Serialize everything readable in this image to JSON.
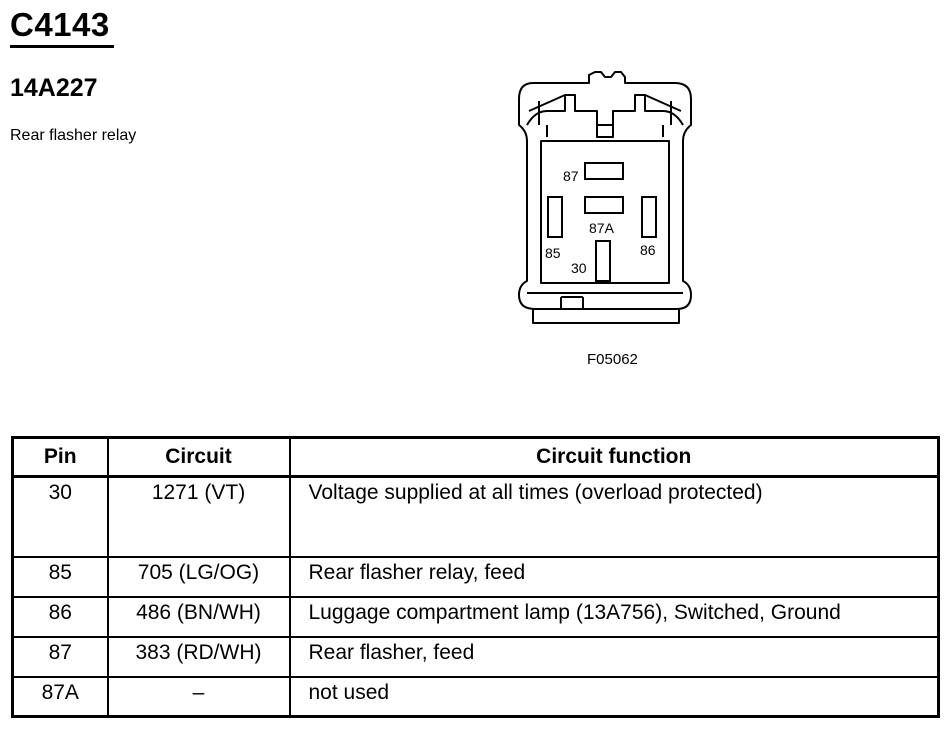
{
  "connector": {
    "id": "C4143",
    "part_number": "14A227",
    "description": "Rear flasher relay"
  },
  "figure": {
    "id": "F05062",
    "pin_labels": [
      "87",
      "87A",
      "85",
      "86",
      "30"
    ]
  },
  "table": {
    "headers": [
      "Pin",
      "Circuit",
      "Circuit function"
    ],
    "rows": [
      {
        "pin": "30",
        "circuit": "1271 (VT)",
        "function": "Voltage supplied at all times (overload protected)"
      },
      {
        "pin": "85",
        "circuit": "705 (LG/OG)",
        "function": "Rear flasher relay, feed"
      },
      {
        "pin": "86",
        "circuit": "486 (BN/WH)",
        "function": "Luggage compartment lamp (13A756), Switched, Ground"
      },
      {
        "pin": "87",
        "circuit": "383 (RD/WH)",
        "function": "Rear flasher, feed"
      },
      {
        "pin": "87A",
        "circuit": "–",
        "function": "not used"
      }
    ]
  }
}
